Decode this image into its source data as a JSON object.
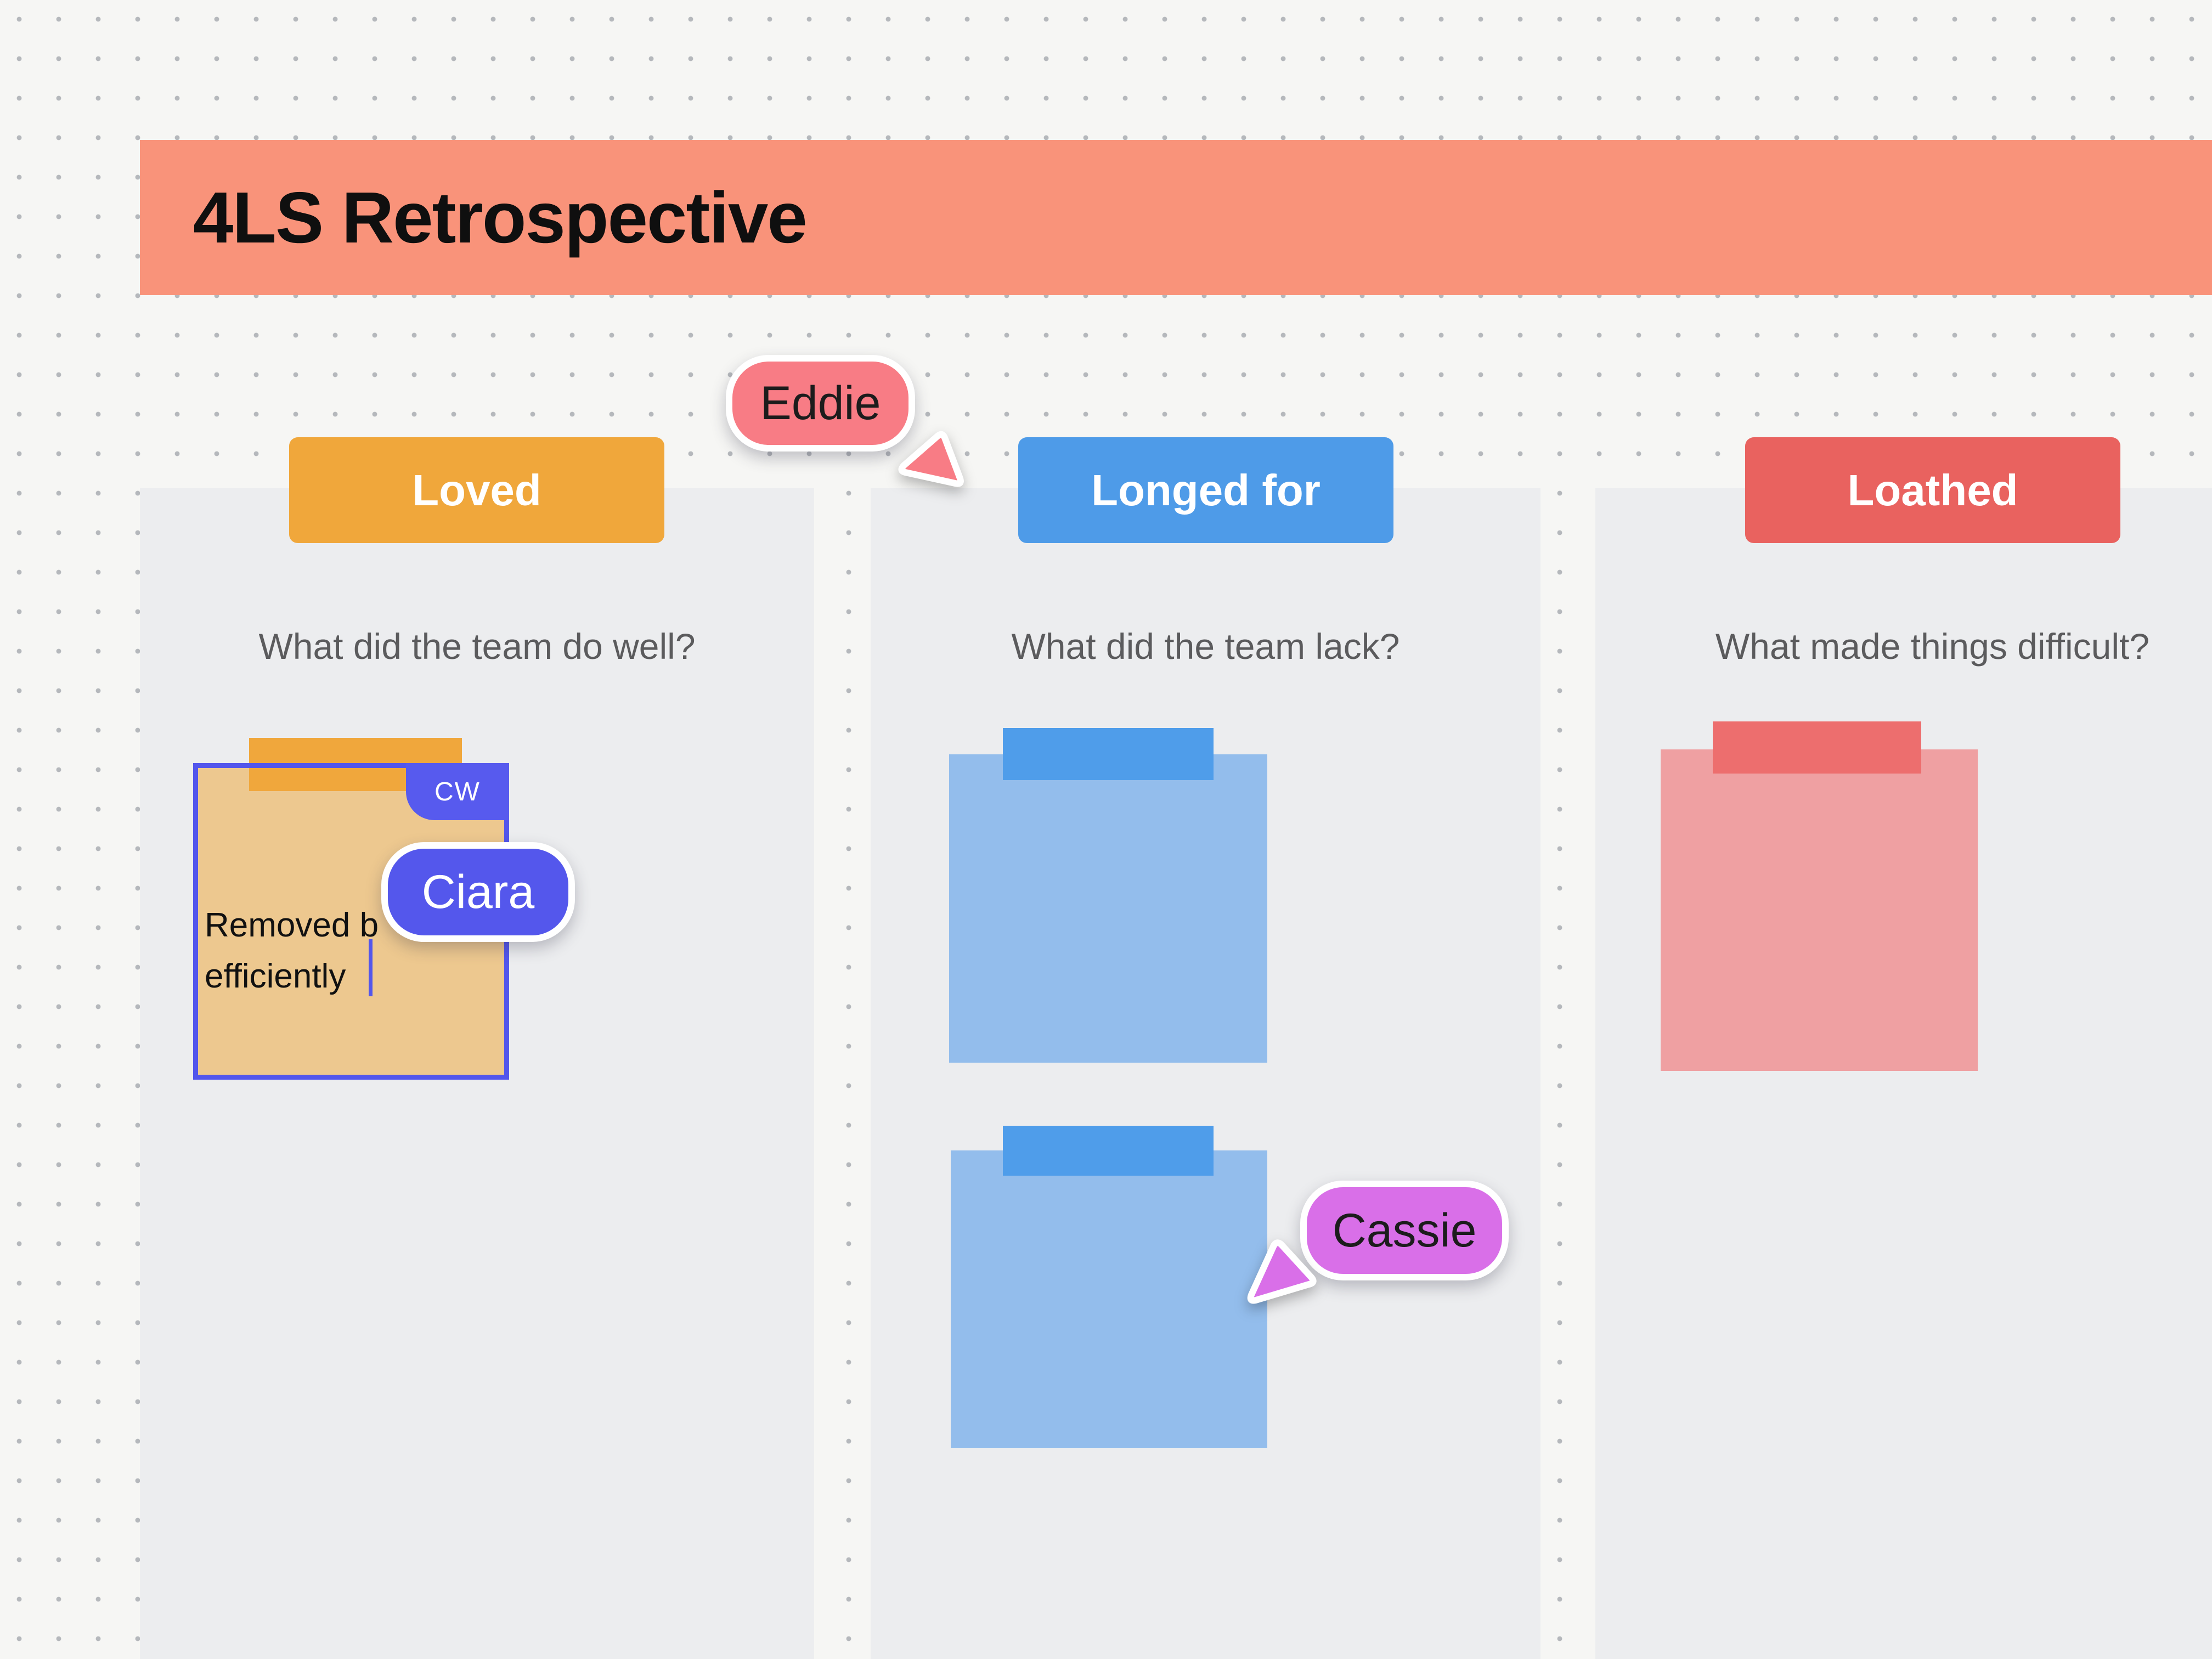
{
  "title": "4LS Retrospective",
  "columns": [
    {
      "label": "Loved",
      "question": "What did the team do well?",
      "header_color": "#f0a73b"
    },
    {
      "label": "Longed for",
      "question": "What did the team lack?",
      "header_color": "#4e9be8"
    },
    {
      "label": "Loathed",
      "question": "What made things difficult?",
      "header_color": "#e9625f"
    }
  ],
  "sticky_notes": [
    {
      "column": "Loved",
      "body_color": "#edc88f",
      "tab_color": "#f0a73c",
      "lines": [
        "Removed b",
        "efficiently"
      ],
      "selected": true,
      "selection_badge": "CW",
      "editing_caret": true
    },
    {
      "column": "Longed for",
      "body_color": "#93bdec",
      "tab_color": "#4f9dea",
      "lines": []
    },
    {
      "column": "Longed for",
      "body_color": "#93bdec",
      "tab_color": "#4f9dea",
      "lines": []
    },
    {
      "column": "Loathed",
      "body_color": "#efa0a2",
      "tab_color": "#ed6e6e",
      "lines": []
    }
  ],
  "collaborators": [
    {
      "name": "Eddie",
      "color": "#f87c85",
      "label_text_color": "#1c1c1c"
    },
    {
      "name": "Ciara",
      "color": "#5457ec",
      "label_text_color": "#ffffff"
    },
    {
      "name": "Cassie",
      "color": "#d96fe8",
      "label_text_color": "#1c1c1c"
    }
  ],
  "colors": {
    "background": "#f6f6f4",
    "dot_grid": "#b5b8bc",
    "column_panel": "#ecedef",
    "title_banner": "#f9937a",
    "title_text": "#0f0f0f",
    "question_text": "#5b5b5d",
    "selection_outline": "#5356ec",
    "text_caret": "#5356ec"
  }
}
